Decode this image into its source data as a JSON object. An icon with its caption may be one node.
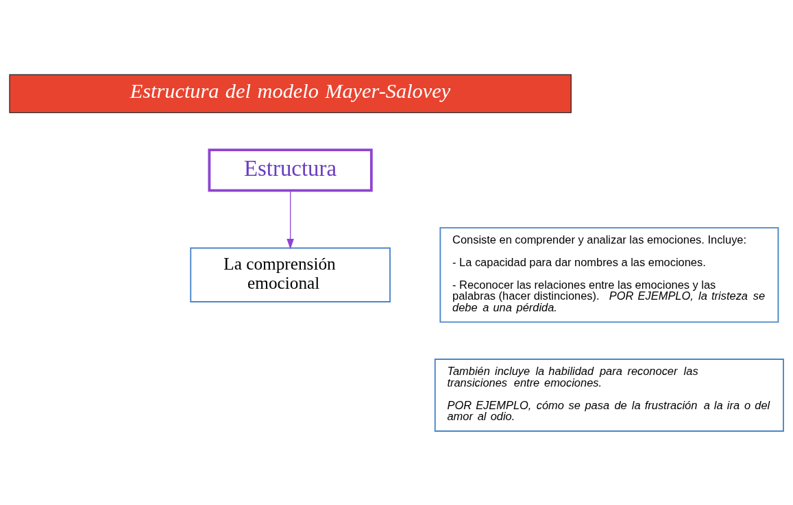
{
  "diagram": {
    "nodes": [
      {
        "text": [
          "Estructura del modelo Mayer-Salovey"
        ]
      },
      {
        "text": [
          "Estructura"
        ]
      },
      {
        "text": [
          "La comprensión emocional"
        ]
      },
      {
        "text": [
          "Consiste en comprender y analizar las emociones. Incluye:",
          "- La capacidad para dar nombres a las emociones.",
          "- Reconocer las relaciones entre las emociones y las palabras (hacer distinciones). *POR EJEMPLO, la tristeza se debe a una pérdida.*"
        ]
      },
      {
        "text": [
          "También incluye la habilidad para reconocer las transiciones entre emociones.",
          "POR EJEMPLO, cómo se pasa de la frustración a la ira o del amor al odio."
        ]
      }
    ],
    "edges": [
      {
        "from": 1,
        "to": 2,
        "arrow": "to",
        "color": "#8e44d0"
      }
    ]
  }
}
